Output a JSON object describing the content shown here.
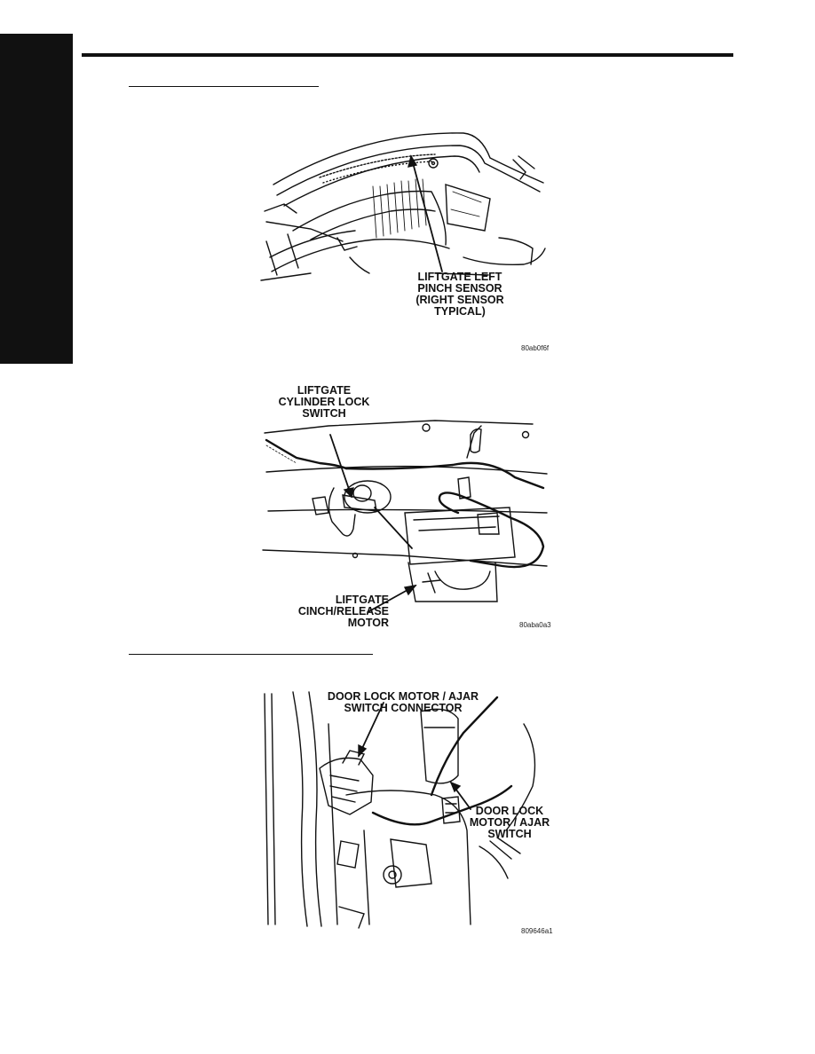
{
  "figures": [
    {
      "callouts": [
        "LIFTGATE LEFT\nPINCH SENSOR\n(RIGHT SENSOR\nTYPICAL)"
      ],
      "code": "80ab0f6f"
    },
    {
      "callouts": [
        "LIFTGATE\nCYLINDER LOCK\nSWITCH",
        "LIFTGATE\nCINCH/RELEASE\nMOTOR"
      ],
      "code": "80aba0a3"
    },
    {
      "callouts": [
        "DOOR LOCK MOTOR / AJAR\nSWITCH CONNECTOR",
        "DOOR LOCK\nMOTOR / AJAR\nSWITCH"
      ],
      "code": "809646a1"
    }
  ]
}
